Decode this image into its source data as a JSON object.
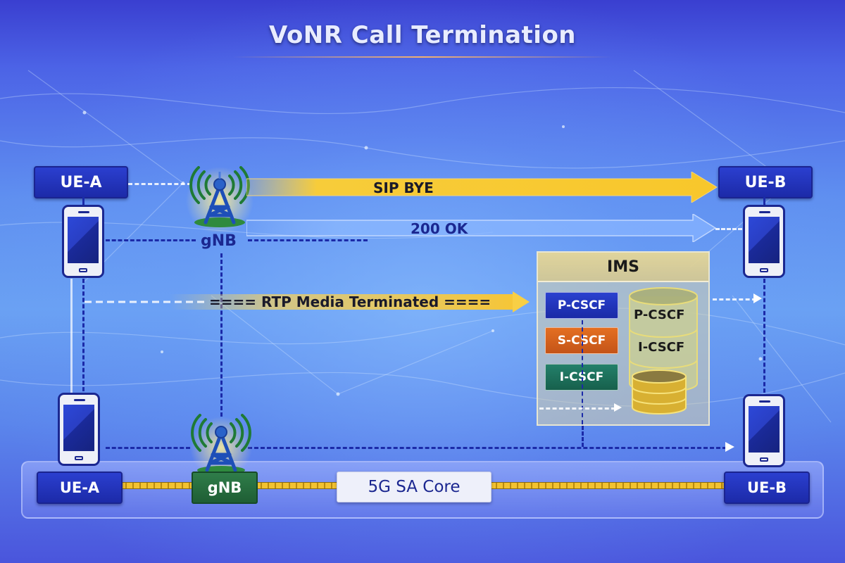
{
  "title": "VoNR Call Termination",
  "colors": {
    "accent_yellow": "#f5c531",
    "ue_blue": "#2235c0",
    "gnb_green": "#2f7d4a",
    "p_cscf": "#2236c4",
    "s_cscf": "#d8621c",
    "i_cscf": "#1f7458",
    "ims_panel": "#d7d2af"
  },
  "top": {
    "ue_a": "UE-A",
    "ue_b": "UE-B",
    "gnb": "gNB"
  },
  "messages": {
    "sip_bye": "SIP BYE",
    "ok_200": "200 OK",
    "rtp": "==== RTP Media Terminated ===="
  },
  "ims": {
    "title": "IMS",
    "functions": [
      "P-CSCF",
      "S-CSCF",
      "I-CSCF"
    ],
    "db_labels": [
      "P-CSCF",
      "I-CSCF"
    ]
  },
  "core": {
    "ue_a": "UE-A",
    "gnb": "gNB",
    "core_label": "5G SA Core",
    "ue_b": "UE-B"
  }
}
